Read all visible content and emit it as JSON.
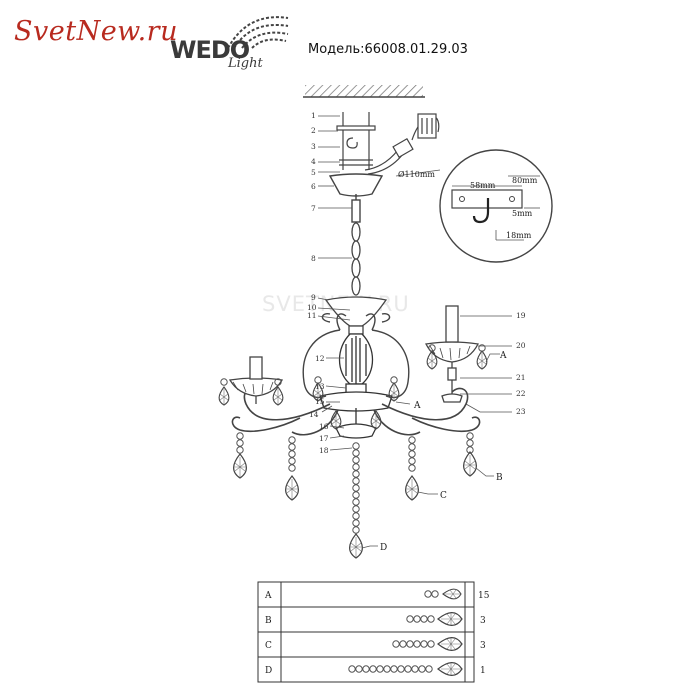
{
  "brand": {
    "site": "SvetNew.ru",
    "logo_main": "WEDO",
    "logo_sub": "Light"
  },
  "model_label": "Модель:66008.01.29.03",
  "watermark": "SVETNEW.RU",
  "callouts": [
    "1",
    "2",
    "3",
    "4",
    "5",
    "6",
    "7",
    "8",
    "9",
    "10",
    "11",
    "12",
    "13",
    "14",
    "15",
    "16",
    "17",
    "18",
    "19",
    "20",
    "21",
    "22",
    "23"
  ],
  "letters": {
    "a": "A",
    "b": "B",
    "c": "C",
    "d": "D"
  },
  "detail": {
    "diameter": "Ø110mm",
    "w58": "58mm",
    "w80": "80mm",
    "h5": "5mm",
    "h18": "18mm"
  },
  "parts_table": {
    "rows": [
      {
        "code": "A",
        "qty": "15"
      },
      {
        "code": "B",
        "qty": "3"
      },
      {
        "code": "C",
        "qty": "3"
      },
      {
        "code": "D",
        "qty": "1"
      }
    ]
  }
}
